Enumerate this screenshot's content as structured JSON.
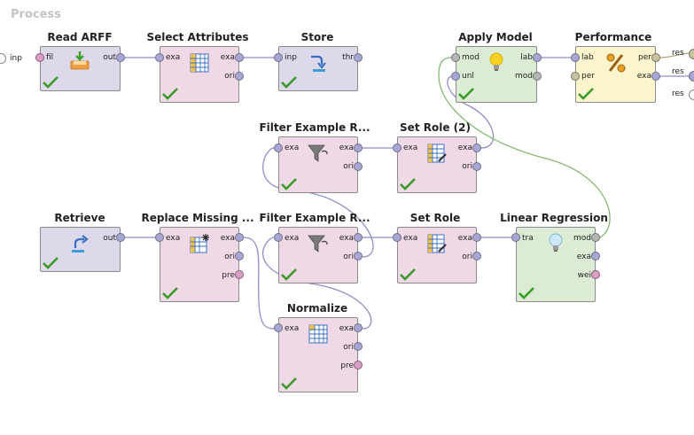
{
  "process_title": "Process",
  "process_ports": {
    "left": "inp",
    "right": [
      "res",
      "res",
      "res"
    ]
  },
  "operators": {
    "read_arff": {
      "title": "Read ARFF",
      "inputs": [
        "fil"
      ],
      "outputs": [
        "out"
      ]
    },
    "select_attributes": {
      "title": "Select Attributes",
      "inputs": [
        "exa"
      ],
      "outputs": [
        "exa",
        "ori"
      ]
    },
    "store": {
      "title": "Store",
      "inputs": [
        "inp"
      ],
      "outputs": [
        "thr"
      ]
    },
    "apply_model": {
      "title": "Apply Model",
      "inputs": [
        "mod",
        "unl"
      ],
      "outputs": [
        "lab",
        "mod"
      ]
    },
    "performance": {
      "title": "Performance",
      "inputs": [
        "lab",
        "per"
      ],
      "outputs": [
        "per",
        "exa"
      ]
    },
    "filter_examples_1": {
      "title": "Filter Example R...",
      "inputs": [
        "exa"
      ],
      "outputs": [
        "exa",
        "ori"
      ]
    },
    "set_role_2": {
      "title": "Set Role (2)",
      "inputs": [
        "exa"
      ],
      "outputs": [
        "exa",
        "ori"
      ]
    },
    "retrieve": {
      "title": "Retrieve",
      "inputs": [],
      "outputs": [
        "out"
      ]
    },
    "replace_missing": {
      "title": "Replace Missing ...",
      "inputs": [
        "exa"
      ],
      "outputs": [
        "exa",
        "ori",
        "pre"
      ]
    },
    "filter_examples_2": {
      "title": "Filter Example R...",
      "inputs": [
        "exa"
      ],
      "outputs": [
        "exa",
        "ori"
      ]
    },
    "set_role": {
      "title": "Set Role",
      "inputs": [
        "exa"
      ],
      "outputs": [
        "exa",
        "ori"
      ]
    },
    "linear_regression": {
      "title": "Linear Regression",
      "inputs": [
        "tra"
      ],
      "outputs": [
        "mod",
        "exa",
        "wei"
      ]
    },
    "normalize": {
      "title": "Normalize",
      "inputs": [
        "exa"
      ],
      "outputs": [
        "exa",
        "ori",
        "pre"
      ]
    }
  },
  "colors": {
    "data_wire": "#8e8ec4",
    "model_wire": "#86b86f",
    "perf_wire": "#b2a87a",
    "check": "#3a9a2a"
  }
}
